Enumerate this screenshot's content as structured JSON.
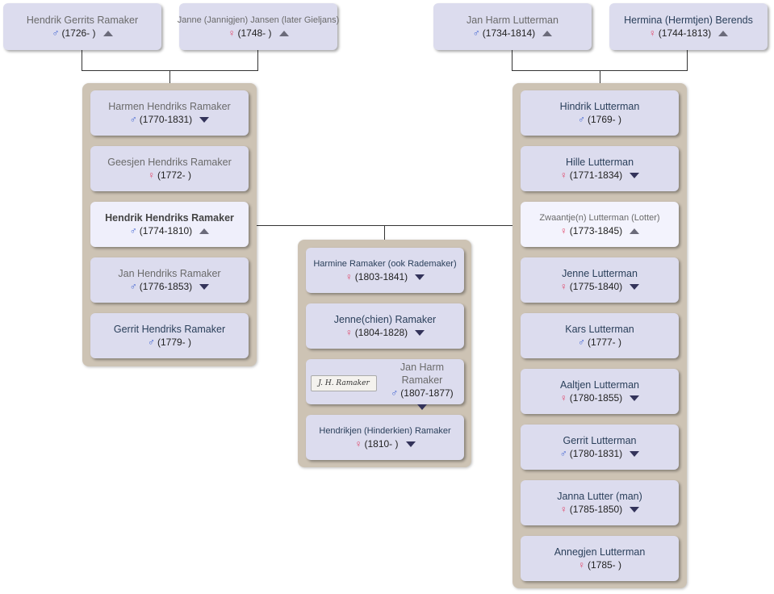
{
  "grandparents_paternal": [
    {
      "name": "Hendrik Gerrits Ramaker",
      "sex": "male",
      "dates": "(1726- )",
      "arrow": "up"
    },
    {
      "name": "Janne (Jannigjen) Jansen (later Gieljans)",
      "sex": "female",
      "dates": "(1748- )",
      "arrow": "up"
    }
  ],
  "grandparents_maternal": [
    {
      "name": "Jan Harm Lutterman",
      "sex": "male",
      "dates": "(1734-1814)",
      "arrow": "up"
    },
    {
      "name": "Hermina (Hermtjen) Berends",
      "sex": "female",
      "dates": "(1744-1813)",
      "arrow": "up"
    }
  ],
  "father_siblings": [
    {
      "name": "Harmen Hendriks Ramaker",
      "sex": "male",
      "dates": "(1770-1831)",
      "arrow": "down"
    },
    {
      "name": "Geesjen Hendriks Ramaker",
      "sex": "female",
      "dates": "(1772- )",
      "arrow": ""
    },
    {
      "name": "Hendrik Hendriks Ramaker",
      "sex": "male",
      "dates": "(1774-1810)",
      "arrow": "up"
    },
    {
      "name": "Jan Hendriks Ramaker",
      "sex": "male",
      "dates": "(1776-1853)",
      "arrow": "down"
    },
    {
      "name": "Gerrit Hendriks Ramaker",
      "sex": "male",
      "dates": "(1779- )",
      "arrow": ""
    }
  ],
  "mother_siblings": [
    {
      "name": "Hindrik Lutterman",
      "sex": "male",
      "dates": "(1769- )",
      "arrow": ""
    },
    {
      "name": "Hille Lutterman",
      "sex": "female",
      "dates": "(1771-1834)",
      "arrow": "down"
    },
    {
      "name": "Zwaantje(n) Lutterman (Lotter)",
      "sex": "female",
      "dates": "(1773-1845)",
      "arrow": "up"
    },
    {
      "name": "Jenne Lutterman",
      "sex": "female",
      "dates": "(1775-1840)",
      "arrow": "down"
    },
    {
      "name": "Kars Lutterman",
      "sex": "male",
      "dates": "(1777- )",
      "arrow": ""
    },
    {
      "name": "Aaltjen Lutterman",
      "sex": "female",
      "dates": "(1780-1855)",
      "arrow": "down"
    },
    {
      "name": "Gerrit Lutterman",
      "sex": "male",
      "dates": "(1780-1831)",
      "arrow": "down"
    },
    {
      "name": "Janna Lutter (man)",
      "sex": "female",
      "dates": "(1785-1850)",
      "arrow": "down"
    },
    {
      "name": "Annegjen Lutterman",
      "sex": "female",
      "dates": "(1785- )",
      "arrow": ""
    }
  ],
  "children": [
    {
      "name": "Harmine Ramaker (ook Rademaker)",
      "sex": "female",
      "dates": "(1803-1841)",
      "arrow": "down"
    },
    {
      "name": "Jenne(chien) Ramaker",
      "sex": "female",
      "dates": "(1804-1828)",
      "arrow": "down"
    },
    {
      "name": "Jan Harm Ramaker",
      "name_line1": "Jan Harm",
      "name_line2": "Ramaker",
      "sex": "male",
      "dates": "(1807-1877)",
      "arrow": "down",
      "signature": "J. H. Ramaker"
    },
    {
      "name": "Hendrikjen (Hinderkien) Ramaker",
      "sex": "female",
      "dates": "(1810- )",
      "arrow": "down"
    }
  ],
  "symbols": {
    "male": "♂",
    "female": "♀"
  }
}
